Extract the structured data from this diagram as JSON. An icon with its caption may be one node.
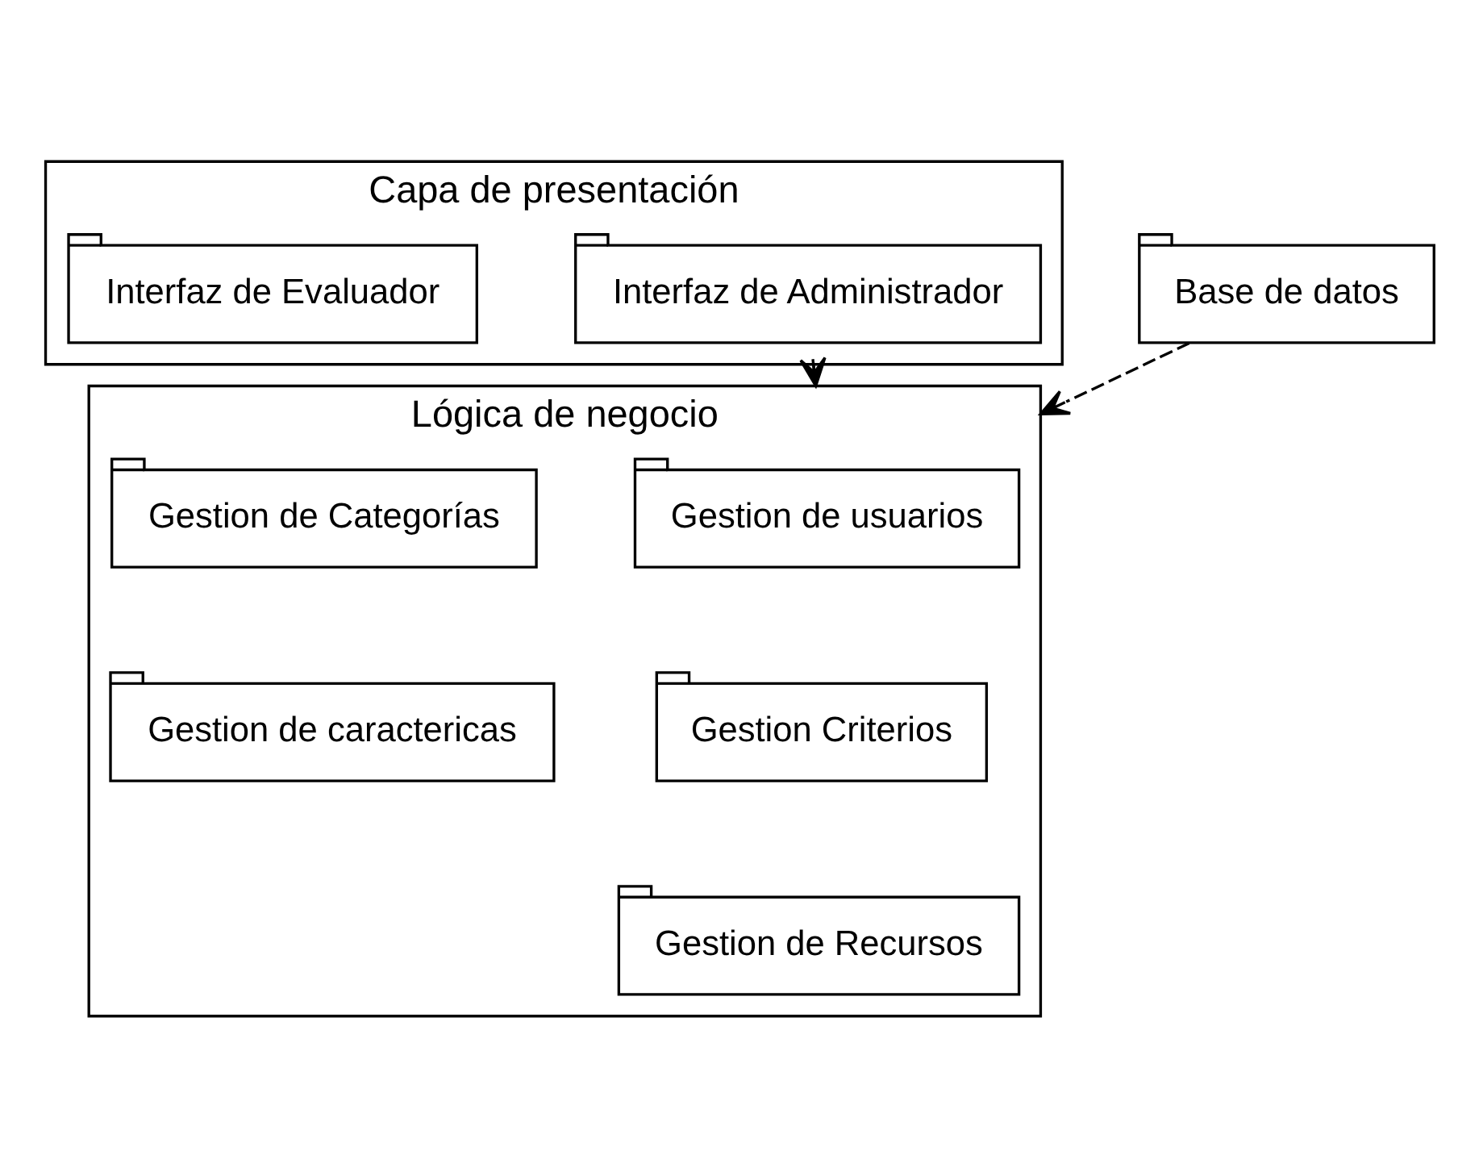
{
  "diagram": {
    "nodes": [
      {
        "text": [
          "Capa de presentación"
        ]
      },
      {
        "text": [
          "Interfaz de Administrador"
        ],
        "in": 0
      },
      {
        "text": [
          "Interfaz de Evaluador"
        ],
        "in": 0
      },
      {
        "text": [
          "Lógica de negocio"
        ]
      },
      {
        "text": [
          "Gestion de usuarios"
        ],
        "in": 3
      },
      {
        "text": [
          "Gestion de Categorías"
        ],
        "in": 3
      },
      {
        "text": [
          "Gestion Criterios"
        ],
        "in": 3
      },
      {
        "text": [
          "Gestion de caractericas"
        ],
        "in": 3
      },
      {
        "text": [
          "Gestion de Recursos"
        ],
        "in": 3
      },
      {
        "text": [
          "Base de datos"
        ]
      }
    ],
    "edges": [
      {
        "from": 0,
        "to": 3,
        "arrow": "to",
        "style": "dashed"
      },
      {
        "from": 9,
        "to": 3,
        "arrow": "to",
        "style": "dashed"
      }
    ]
  }
}
